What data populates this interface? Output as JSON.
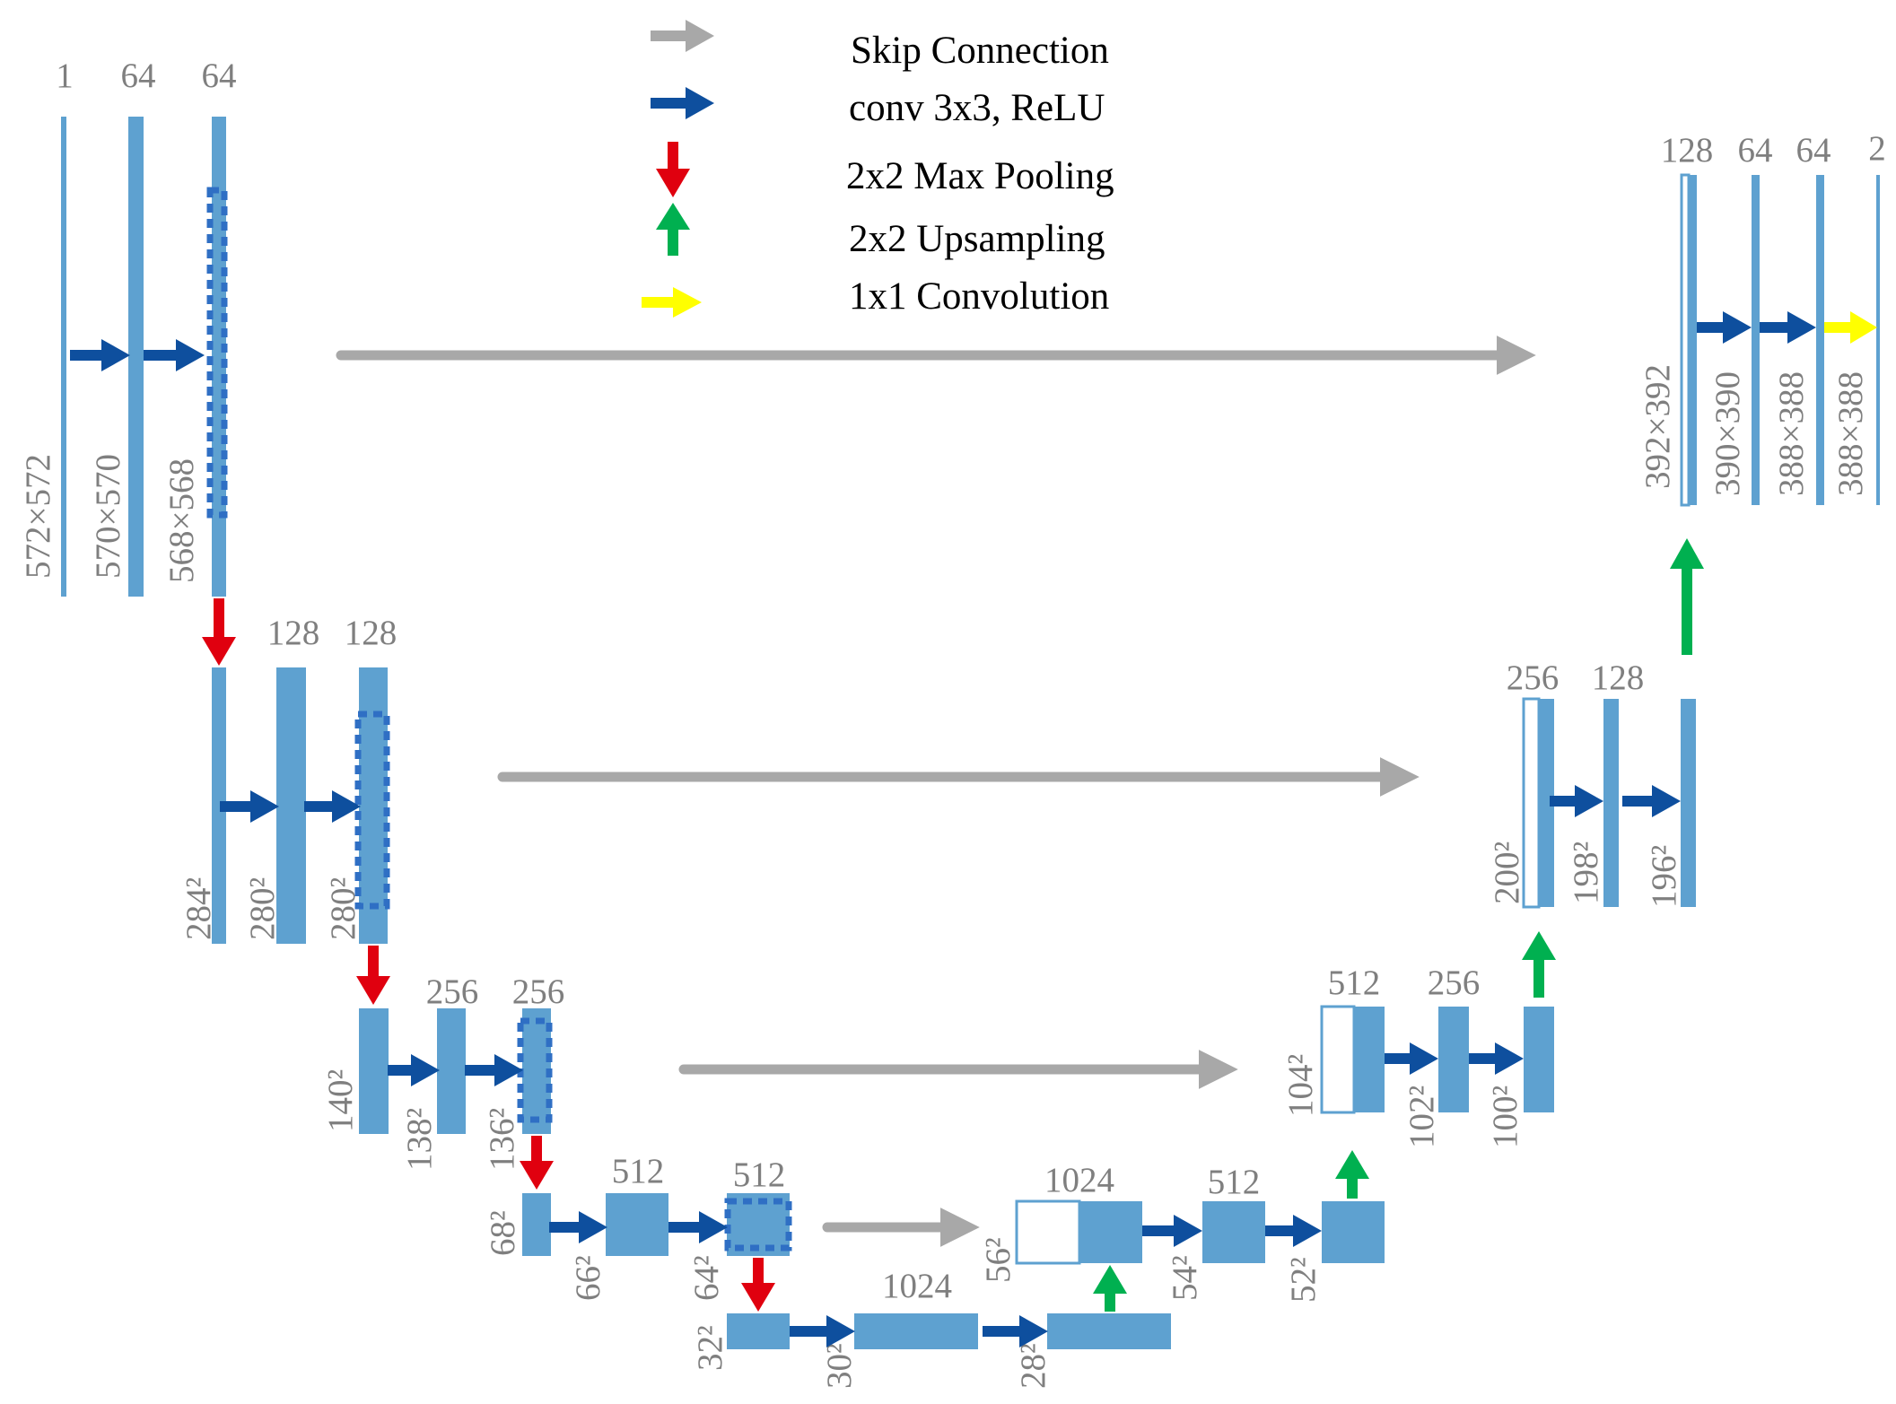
{
  "legend": {
    "skip": "Skip Connection",
    "conv": "conv 3x3, ReLU",
    "pool": "2x2 Max Pooling",
    "up": "2x2 Upsampling",
    "conv1": "1x1 Convolution"
  },
  "colors": {
    "bar": "#5ea1d0",
    "conv_arrow": "#0e4f9e",
    "skip_arrow": "#a8a8a8",
    "pool_arrow": "#e0000f",
    "up_arrow": "#00b050",
    "conv1_arrow": "#ffff00",
    "crop_border": "#2f6fc4",
    "label_gray": "#7f7f7f"
  },
  "encoder": {
    "l1": {
      "ch": [
        "1",
        "64",
        "64"
      ],
      "dim": [
        "572×572",
        "570×570",
        "568×568"
      ]
    },
    "l2": {
      "ch": [
        "128",
        "128"
      ],
      "dim": [
        "284²",
        "280²",
        "280²"
      ]
    },
    "l3": {
      "ch": [
        "256",
        "256"
      ],
      "dim": [
        "140²",
        "138²",
        "136²"
      ]
    },
    "l4": {
      "ch": [
        "512",
        "512"
      ],
      "dim": [
        "68²",
        "66²",
        "64²"
      ]
    }
  },
  "bottleneck": {
    "ch": "1024",
    "dim": [
      "32²",
      "30²",
      "28²"
    ]
  },
  "decoder": {
    "d4": {
      "ch": [
        "1024",
        "512"
      ],
      "dim": [
        "56²",
        "54²",
        "52²"
      ]
    },
    "d3": {
      "ch": [
        "512",
        "256"
      ],
      "dim": [
        "104²",
        "102²",
        "100²"
      ]
    },
    "d2": {
      "ch": [
        "256",
        "128"
      ],
      "dim": [
        "200²",
        "198²",
        "196²"
      ]
    },
    "d1": {
      "ch": [
        "128",
        "64",
        "64",
        "2"
      ],
      "dim": [
        "392×392",
        "390×390",
        "388×388",
        "388×388"
      ]
    }
  }
}
